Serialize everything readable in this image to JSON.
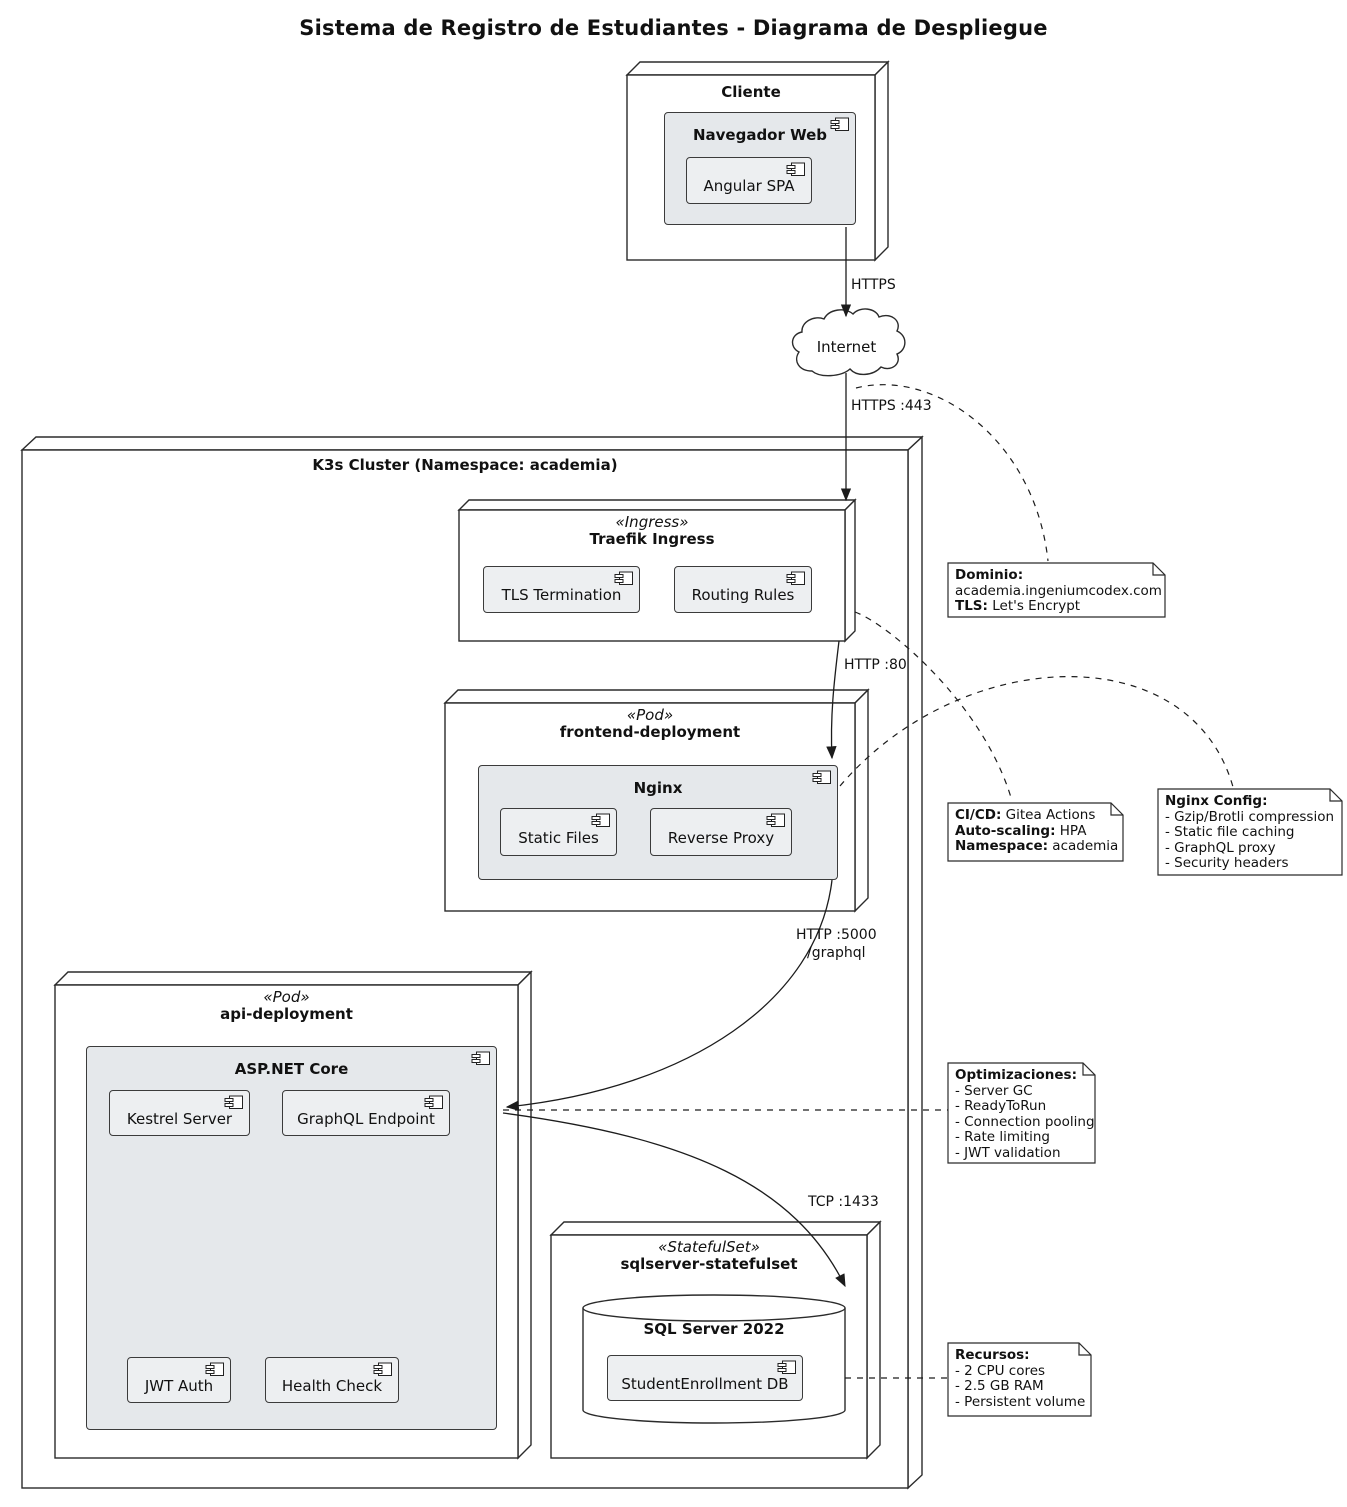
{
  "title": "Sistema de Registro de Estudiantes - Diagrama de Despliegue",
  "nodes": {
    "cliente": {
      "title": "Cliente"
    },
    "navegador_web": {
      "title": "Navegador Web"
    },
    "angular_spa": {
      "label": "Angular SPA"
    },
    "internet": {
      "label": "Internet"
    },
    "k3s_cluster": {
      "title": "K3s Cluster (Namespace: academia)"
    },
    "traefik": {
      "stereotype": "«Ingress»",
      "title": "Traefik Ingress",
      "components": [
        "TLS Termination",
        "Routing Rules"
      ]
    },
    "frontend": {
      "stereotype": "«Pod»",
      "title": "frontend-deployment",
      "nginx": {
        "title": "Nginx",
        "components": [
          "Static Files",
          "Reverse Proxy"
        ]
      }
    },
    "api": {
      "stereotype": "«Pod»",
      "title": "api-deployment",
      "aspnet": {
        "title": "ASP.NET Core",
        "components": [
          "Kestrel Server",
          "GraphQL Endpoint",
          "JWT Auth",
          "Health Check"
        ]
      }
    },
    "sqlserver": {
      "stereotype": "«StatefulSet»",
      "title": "sqlserver-statefulset",
      "db": {
        "title": "SQL Server 2022",
        "component": "StudentEnrollment DB"
      }
    }
  },
  "edges": {
    "client_internet": "HTTPS",
    "internet_ingress": "HTTPS :443",
    "ingress_nginx": "HTTP :80",
    "nginx_api_line1": "HTTP :5000",
    "nginx_api_line2": "/graphql",
    "api_db": "TCP :1433"
  },
  "notes": {
    "dominio": {
      "lines": [
        {
          "label": "Dominio:",
          "text": ""
        },
        {
          "label": "",
          "text": "academia.ingeniumcodex.com"
        },
        {
          "label": "TLS:",
          "text": " Let's Encrypt"
        }
      ]
    },
    "cicd": {
      "lines": [
        {
          "label": "CI/CD:",
          "text": " Gitea Actions"
        },
        {
          "label": "Auto-scaling:",
          "text": " HPA"
        },
        {
          "label": "Namespace:",
          "text": " academia"
        }
      ]
    },
    "nginx_config": {
      "title": "Nginx Config:",
      "items": [
        "- Gzip/Brotli compression",
        "- Static file caching",
        "- GraphQL proxy",
        "- Security headers"
      ]
    },
    "optimizaciones": {
      "title": "Optimizaciones:",
      "items": [
        "- Server GC",
        "- ReadyToRun",
        "- Connection pooling",
        "- Rate limiting",
        "- JWT validation"
      ]
    },
    "recursos": {
      "title": "Recursos:",
      "items": [
        "- 2 CPU cores",
        "- 2.5 GB RAM",
        "- Persistent volume"
      ]
    }
  },
  "icons": {
    "component": "uml-component-glyph"
  },
  "colors": {
    "line": "#1c1c1c",
    "node_fill": "#ffffff",
    "container_component_fill": "#e5e8eb",
    "leaf_component_fill": "#edeff1",
    "note_fill": "#ffffff"
  }
}
